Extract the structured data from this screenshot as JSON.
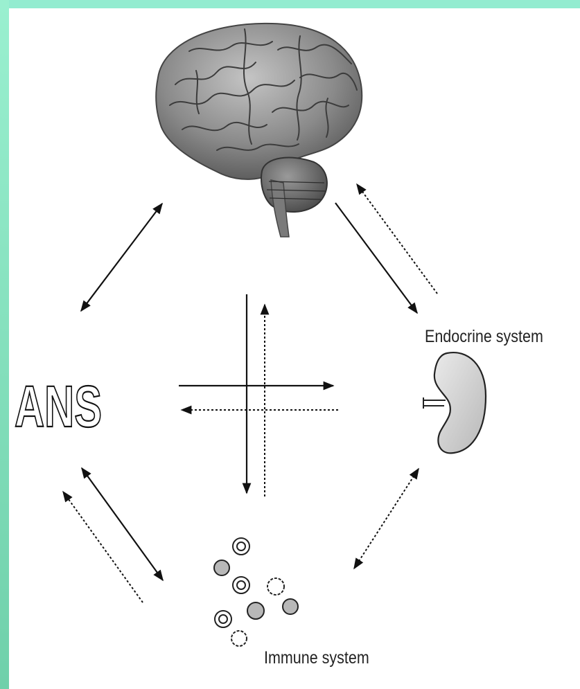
{
  "nodes": {
    "brain": {
      "icon": "brain-icon"
    },
    "ans": {
      "label": "ANS"
    },
    "endocrine": {
      "label": "Endocrine system",
      "icon": "kidney-icon"
    },
    "immune": {
      "label": "Immune system",
      "icon": "immune-cells-icon"
    }
  },
  "edges": [
    {
      "from": "brain",
      "to": "ans",
      "style": "solid",
      "direction": "both"
    },
    {
      "from": "brain",
      "to": "endocrine",
      "style": "solid",
      "direction": "forward"
    },
    {
      "from": "endocrine",
      "to": "brain",
      "style": "dotted",
      "direction": "forward"
    },
    {
      "from": "ans",
      "to": "immune",
      "style": "solid",
      "direction": "both"
    },
    {
      "from": "immune",
      "to": "ans",
      "style": "dotted",
      "direction": "forward"
    },
    {
      "from": "endocrine",
      "to": "immune",
      "style": "dotted",
      "direction": "both"
    },
    {
      "from": "center",
      "to": "endocrine",
      "style": "solid",
      "direction": "forward"
    },
    {
      "from": "center",
      "to": "ans",
      "style": "dotted",
      "direction": "forward"
    },
    {
      "from": "center",
      "to": "immune",
      "style": "solid",
      "direction": "forward"
    },
    {
      "from": "center",
      "to": "brain",
      "style": "dotted",
      "direction": "forward"
    }
  ],
  "colors": {
    "frame": "#8fe8c8",
    "background": "#ffffff",
    "ink": "#111111",
    "brain_fill": "#8c8c8c",
    "organ_fill": "#d4d4d4"
  }
}
